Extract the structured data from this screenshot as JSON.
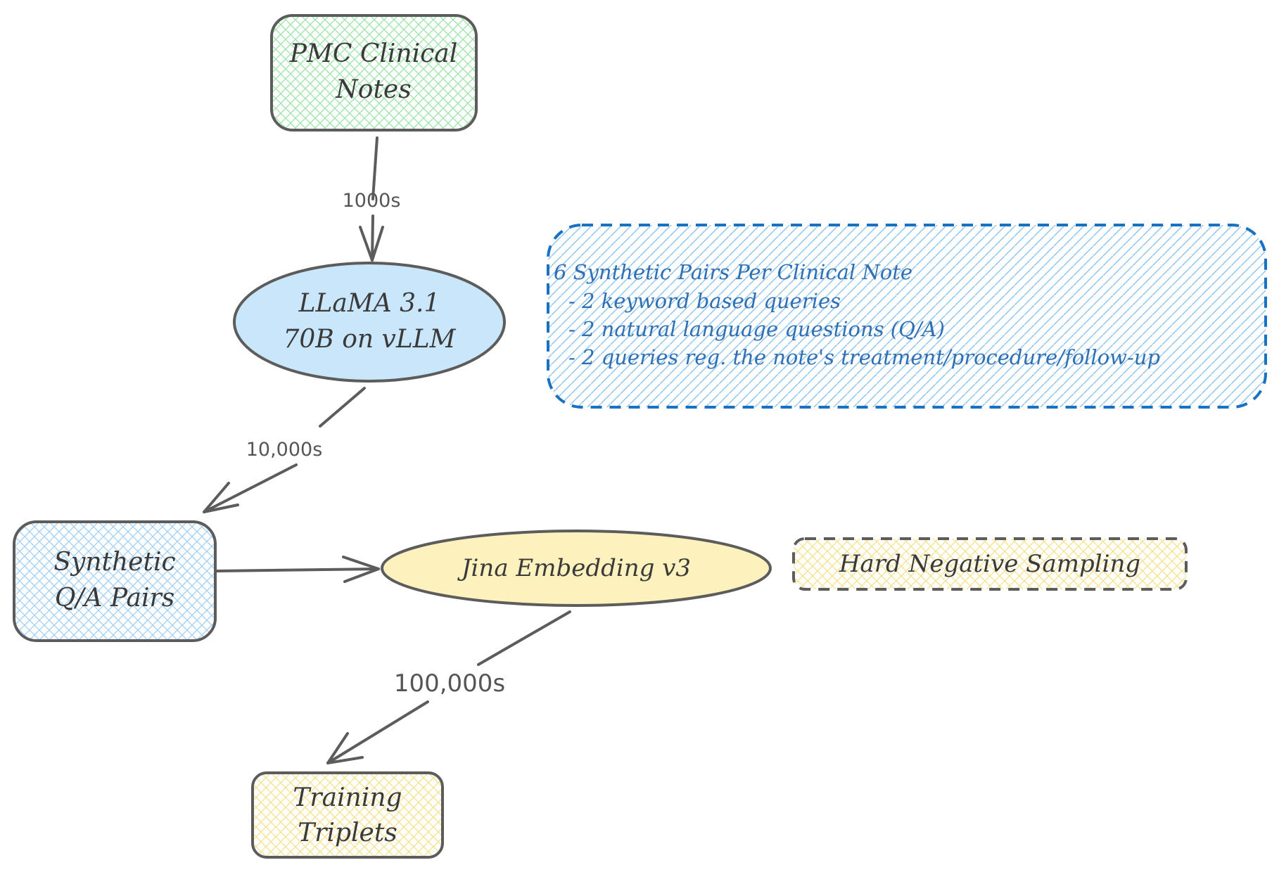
{
  "diagram": {
    "nodes": {
      "source": {
        "line1": "PMC Clinical",
        "line2": "Notes",
        "color": "#b2f2bb"
      },
      "llm": {
        "line1": "LLaMA 3.1",
        "line2": "70B on vLLM",
        "color": "#a5d8ff"
      },
      "pairs": {
        "line1": "Synthetic",
        "line2": "Q/A Pairs",
        "color": "#a5d8ff"
      },
      "embedding": {
        "label": "Jina Embedding v3",
        "color": "#ffec99"
      },
      "sampling": {
        "label": "Hard Negative Sampling",
        "color": "#ffec99"
      },
      "triplets": {
        "line1": "Training",
        "line2": "Triplets",
        "color": "#ffec99"
      }
    },
    "edges": {
      "notes_to_llm": {
        "label": "1000s"
      },
      "llm_to_pairs": {
        "label": "10,000s"
      },
      "embedding_to_triplets": {
        "label": "100,000s"
      }
    },
    "note": {
      "title": "6 Synthetic Pairs Per Clinical Note",
      "items": [
        "- 2 keyword based queries",
        "- 2 natural language questions (Q/A)",
        "- 2 queries reg. the note's treatment/procedure/follow-up"
      ],
      "color": "#1971c2"
    },
    "colors": {
      "stroke": "#5c5c5c"
    }
  }
}
